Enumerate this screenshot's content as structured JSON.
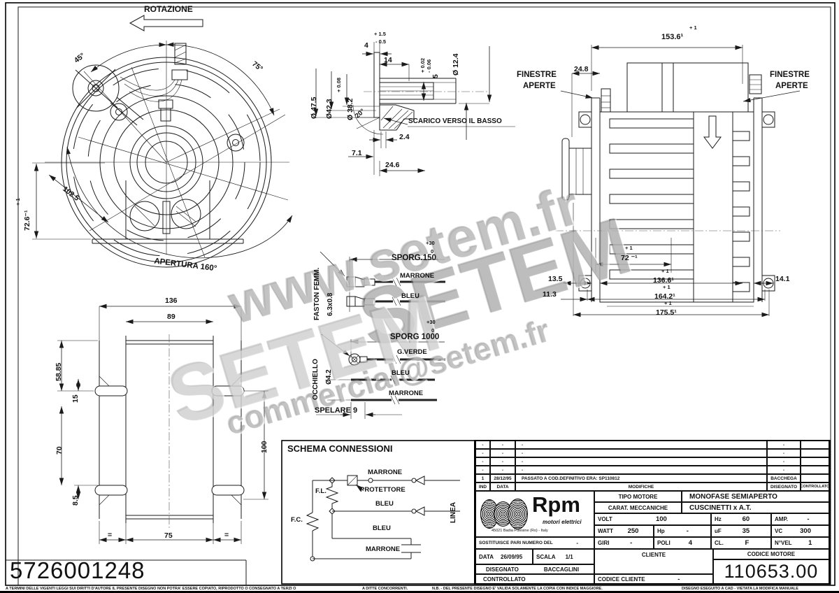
{
  "front_view": {
    "rotazione": "ROTAZIONE",
    "angle_45": "45°",
    "angle_75": "75°",
    "tol_plus_1": "+ 1",
    "dim_height": "72.6⁻¹",
    "dim_diag": "102.5",
    "apertura": "APERTURA 160°"
  },
  "section_view": {
    "dia_47_5": "Ø 47.5",
    "dia_42_3": "Ø42.3",
    "tol_plus_008": "+ 0.08",
    "dia_38_2": "Ø 38.2",
    "dim_4": "4",
    "tol_4_plus": "+ 1.5",
    "tol_4_minus": "- 0.5",
    "dim_14": "14",
    "tol_5_plus": "+ 0.02",
    "tol_5_minus": "- 0.06",
    "dim_5": "5",
    "dia_12_4": "Ø 12.4",
    "angle_20": "20°",
    "scarico": "SCARICO VERSO IL BASSO",
    "dim_2_4": "2.4",
    "dim_7_1": "7.1",
    "dim_24_6": "24.6"
  },
  "side_view": {
    "finestre": "FINESTRE",
    "aperte": "APERTE",
    "tol_plus_1": "+ 1",
    "dim_153_6": "153.6¹",
    "dim_24_8": "24.8",
    "dim_72": "72 ⁻¹",
    "dim_13_5": "13.5",
    "dim_136_6": "136.6¹",
    "dim_14_1": "14.1",
    "dim_11_3": "11.3",
    "dim_164_2": "164.2¹",
    "dim_175_5": "175.5¹"
  },
  "stator_view": {
    "dim_136": "136",
    "dim_89": "89",
    "dim_58_85": "58.85",
    "dim_15": "15",
    "dim_70": "70",
    "dim_8_5": "8.5",
    "dim_100": "100",
    "dim_75": "75",
    "eq": "="
  },
  "cables": {
    "faston_label": "FASTON FEMM.",
    "faston_size": "6.3x0.8",
    "sporg_150": "SPORG.150",
    "tol_plus_30": "+30",
    "tol_zero": "0",
    "wire_marrone": "MARRONE",
    "wire_bleu": "BLEU",
    "sporg_1000": "SPORG 1000",
    "wire_gverde": "G.VERDE",
    "occhiello_label": "OCCHIELLO",
    "occhiello_dia": "Ø4.2",
    "spelare": "SPELARE 9"
  },
  "schema": {
    "title": "SCHEMA CONNESSIONI",
    "marrone": "MARRONE",
    "protettore": "PROTETTORE",
    "fl": "F.L.",
    "fc": "F.C.",
    "bleu": "BLEU",
    "linea": "LINEA"
  },
  "part_number": "5726001248",
  "watermark": {
    "url": "www.setem.fr",
    "brand": "SETEM",
    "email": "commercial@setem.fr"
  },
  "revision_table": {
    "headers": {
      "ind": "IND",
      "data": "DATA",
      "modifiche": "MODIFICHE",
      "disegnato": "DISEGNATO",
      "controllato": "CONTROLLATO"
    },
    "rows": [
      {
        "ind": "-",
        "data": "-",
        "modifiche": "-",
        "disegnato": "-",
        "controllato": ""
      },
      {
        "ind": "-",
        "data": "-",
        "modifiche": "-",
        "disegnato": "-",
        "controllato": ""
      },
      {
        "ind": "-",
        "data": "-",
        "modifiche": "-",
        "disegnato": "-",
        "controllato": ""
      },
      {
        "ind": "-",
        "data": "-",
        "modifiche": "-",
        "disegnato": "-",
        "controllato": ""
      },
      {
        "ind": "1",
        "data": "28/12/95",
        "modifiche": "PASSATO A COD.DEFINITIVO ERA: SP110812",
        "disegnato": "BACCHEGA",
        "controllato": ""
      }
    ]
  },
  "title_block": {
    "logo_name": "Rpm",
    "logo_sub": "motori elettrici",
    "logo_address": "45021 Badia Polesine (Ro) - Italy",
    "tipo_motore_label": "TIPO MOTORE",
    "tipo_motore": "MONOFASE SEMIAPERTO",
    "carat_label": "CARAT. MECCANICHE",
    "carat": "CUSCINETTI x A.T.",
    "volt_label": "VOLT",
    "volt": "100",
    "hz_label": "Hz",
    "hz": "60",
    "amp_label": "AMP.",
    "amp": "-",
    "watt_label": "WATT",
    "watt": "250",
    "hp_label": "Hp",
    "hp": "-",
    "uf_label": "uF",
    "uf": "35",
    "vc_label": "VC",
    "vc": "300",
    "giri_label": "GIRI",
    "giri": "-",
    "poli_label": "POLI",
    "poli": "4",
    "cl_label": "CL.",
    "cl": "F",
    "nvel_label": "N°VEL",
    "nvel": "1",
    "sostituisce_label": "SOSTITUISCE PARI NUMERO DEL",
    "sostituisce": "-",
    "data_label": "DATA",
    "data": "26/09/95",
    "scala_label": "SCALA",
    "scala": "1/1",
    "disegnato_label": "DISEGNATO",
    "disegnato": "BACCAGLINI",
    "controllato_label": "CONTROLLATO",
    "cliente_label": "CLIENTE",
    "codice_cliente_label": "CODICE CLIENTE",
    "codice_cliente": "-",
    "codice_motore_label": "CODICE MOTORE",
    "codice_motore": "110653.00"
  },
  "footer": {
    "copyright": "A TERMINI DELLE VIGENTI LEGGI SUI DIRITTI D'AUTORE IL PRESENTE DISEGNO NON POTRA' ESSERE COPIATO, RIPRODOTTO O CONSEGNATO A TERZI O",
    "competitors": "A DITTE CONCORRENTI.",
    "validity": "N.B. - DEL PRESENTE DISEGNO E' VALIDA SOLAMENTE LA COPIA CON INDICE MAGGIORE.",
    "cad": "DISEGNO ESEGUITO A CAD - VIETATA LA MODIFICA MANUALE"
  }
}
